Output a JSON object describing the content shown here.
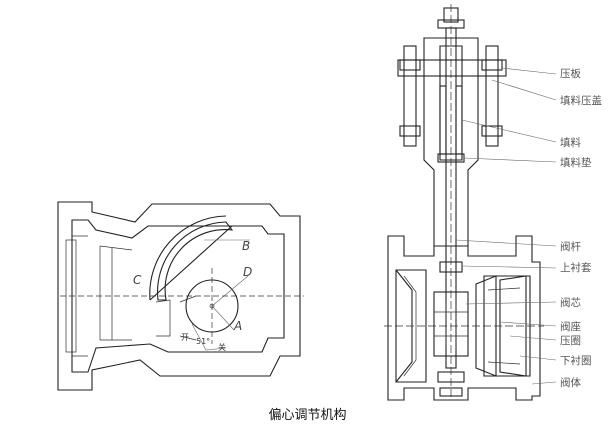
{
  "caption": "偏心调节机构",
  "left_view": {
    "letters": {
      "b": "B",
      "c": "C",
      "d": "D",
      "a": "A"
    },
    "open_mark": "开",
    "angle_mark": "51°",
    "close_mark": "关"
  },
  "right_view": {
    "callouts": [
      "压板",
      "填料压盖",
      "填料",
      "填料垫",
      "阀杆",
      "上衬套",
      "阀芯",
      "阀座",
      "压圈",
      "下衬圈",
      "阀体"
    ]
  }
}
